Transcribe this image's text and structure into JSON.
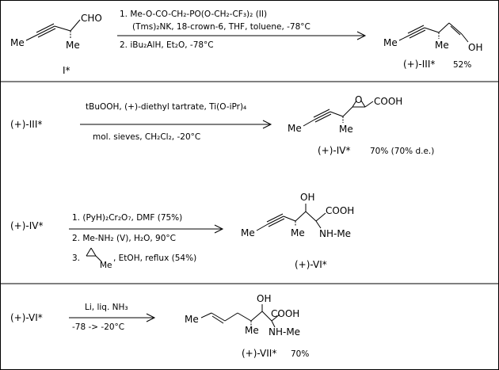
{
  "step1": {
    "start_structure": {
      "alkyne_me": "Me",
      "side_me": "Me",
      "cho": "CHO"
    },
    "start_label": "I*",
    "cond1": "1. Me-O-CO-CH₂-PO(O-CH₂-CF₃)₂ (II)",
    "cond2": "(Tms)₂NK, 18-crown-6, THF, toluene, -78°C",
    "cond3": "2. iBu₂AlH, Et₂O, -78°C",
    "product_structure": {
      "alkyne_me": "Me",
      "side_me": "Me",
      "oh": "OH"
    },
    "product_label": "(+)-III*",
    "yield": "52%"
  },
  "step2": {
    "reactant": "(+)-III*",
    "cond1": "tBuOOH, (+)-diethyl tartrate, Ti(O-iPr)₄",
    "cond2": "mol. sieves, CH₂Cl₂, -20°C",
    "product_structure": {
      "alkyne_me": "Me",
      "side_me": "Me",
      "o": "O",
      "cooh": "COOH"
    },
    "product_label": "(+)-IV*",
    "yield": "70% (70% d.e.)"
  },
  "step3": {
    "reactant": "(+)-IV*",
    "cond1": "1. (PyH)₂Cr₂O₇, DMF (75%)",
    "cond2": "2. Me-NH₂ (V), H₂O, 90°C",
    "cond3_pre": "3.",
    "cond3_me": "Me",
    "cond3": ", EtOH, reflux (54%)",
    "product_structure": {
      "alkyne_me": "Me",
      "side_me": "Me",
      "oh": "OH",
      "cooh": "COOH",
      "nhme": "NH-Me"
    },
    "product_label": "(+)-VI*"
  },
  "step4": {
    "reactant": "(+)-VI*",
    "cond1": "Li, liq. NH₃",
    "cond2": "-78 -> -20°C",
    "product_structure": {
      "alkene_me": "Me",
      "side_me": "Me",
      "oh": "OH",
      "cooh": "COOH",
      "nhme": "NH-Me"
    },
    "product_label": "(+)-VII*",
    "yield": "70%"
  }
}
